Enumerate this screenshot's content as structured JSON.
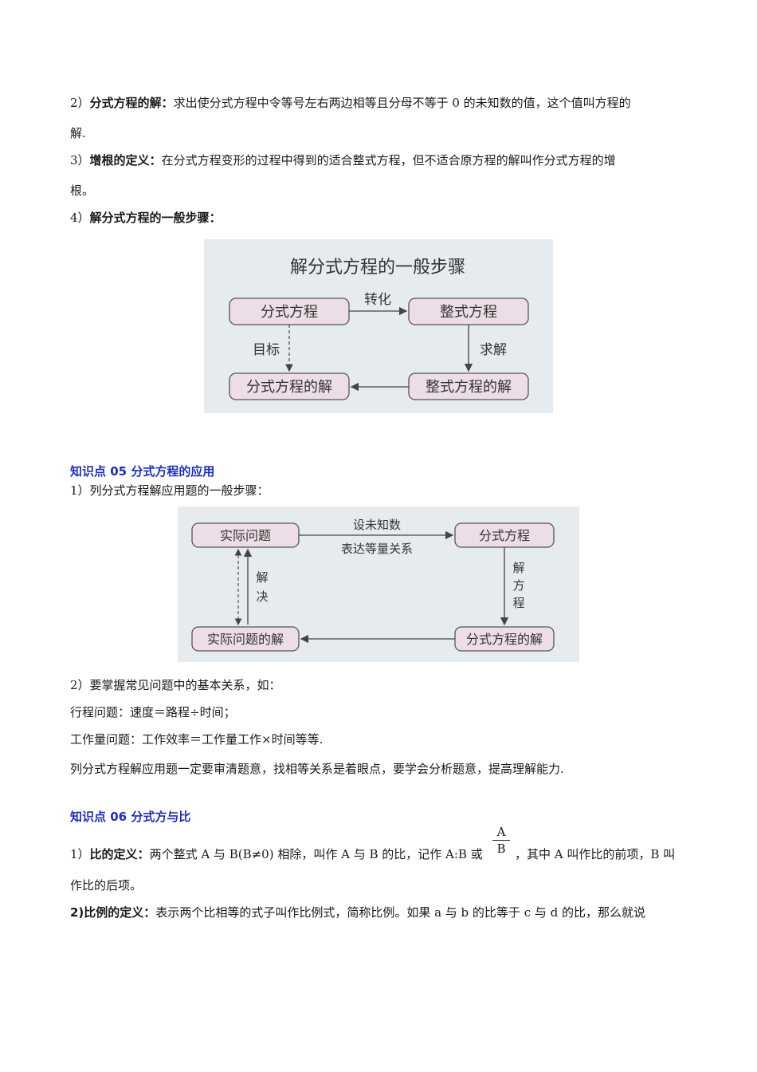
{
  "sec1": {
    "p2_num": "2）",
    "p2_term": "分式方程的解：",
    "p2_text_a": "求出使分式方程中令等号左右两边相等且分母不等于 0 的未知数的值，这个值叫方程的",
    "p2_text_b": "解.",
    "p3_num": "3）",
    "p3_term": "增根的定义：",
    "p3_text_a": "在分式方程变形的过程中得到的适合整式方程，但不适合原方程的解叫作分式方程的增",
    "p3_text_b": "根。",
    "p4_num": "4）",
    "p4_term": "解分式方程的一般步骤："
  },
  "diagram1": {
    "title": "解分式方程的一般步骤",
    "box_tl": "分式方程",
    "box_tr": "整式方程",
    "box_bl": "分式方程的解",
    "box_br": "整式方程的解",
    "label_top": "转化",
    "label_left": "目标",
    "label_right": "求解"
  },
  "sec5": {
    "heading": "知识点 05  分式方程的应用",
    "p1": "1）列分式方程解应用题的一般步骤："
  },
  "diagram2": {
    "box_tl": "实际问题",
    "box_tr": "分式方程",
    "box_bl": "实际问题的解",
    "box_br": "分式方程的解",
    "label_top1": "设未知数",
    "label_top2": "表达等量关系",
    "label_left1": "解",
    "label_left2": "决",
    "label_right1": "解",
    "label_right2": "方",
    "label_right3": "程"
  },
  "sec5b": {
    "p2": "2）要掌握常见问题中的基本关系，如：",
    "p3": "行程问题：速度＝路程÷时间；",
    "p4": "工作量问题：工作效率＝工作量工作×时间等等.",
    "p5": "列分式方程解应用题一定要审清题意，找相等关系是着眼点，要学会分析题意，提高理解能力."
  },
  "sec6": {
    "heading": "知识点 06  分式方与比",
    "p1_num": "1）",
    "p1_term": "比的定义：",
    "p1_text_a": "两个整式 A 与 B(B≠0) 相除，叫作 A 与 B 的比，记作 A:B 或",
    "frac_num": "A",
    "frac_den": "B",
    "p1_text_b": "，其中 A 叫作比的前项，B 叫",
    "p1_text_c": "作比的后项。",
    "p2_num": "2)",
    "p2_term": "比例的定义：",
    "p2_text": "表示两个比相等的式子叫作比例式，简称比例。如果 a 与 b 的比等于 c 与 d 的比，那么就说"
  },
  "colors": {
    "heading_blue": "#1c2fbd",
    "diagram_bg": "#e6ebef",
    "box_fill": "#ecdde6",
    "box_stroke": "#555555"
  }
}
